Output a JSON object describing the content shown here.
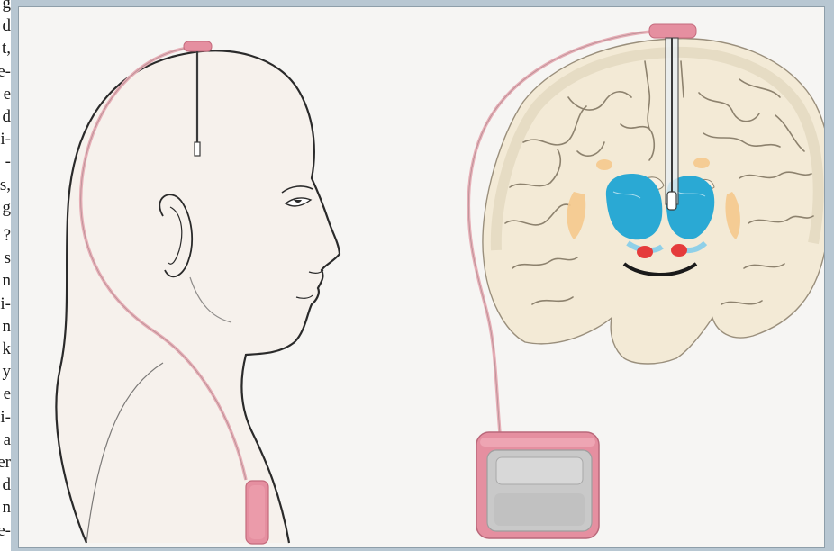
{
  "page_text": {
    "left_margin_fragments": [
      "g",
      "d",
      "t,",
      "e-",
      "e",
      "d",
      "i-",
      "-",
      "s,",
      "g",
      "?",
      "s",
      "n",
      "i-",
      "n",
      "k",
      "y",
      "e",
      "i-",
      "a",
      "er",
      "d",
      "n",
      "e-"
    ]
  },
  "colors": {
    "panel_background": "#b8c7d2",
    "illustration_background": "#f6f5f3",
    "lead_wire": "#e6aeb6",
    "stimulator_pink": "#e58fa0",
    "stimulator_gray": "#c9c9c9",
    "brain_tissue": "#f3ead6",
    "thalamus_blue": "#2aa9d4",
    "nucleus_red": "#e53b3b",
    "putamen_orange": "#f5c98d"
  }
}
